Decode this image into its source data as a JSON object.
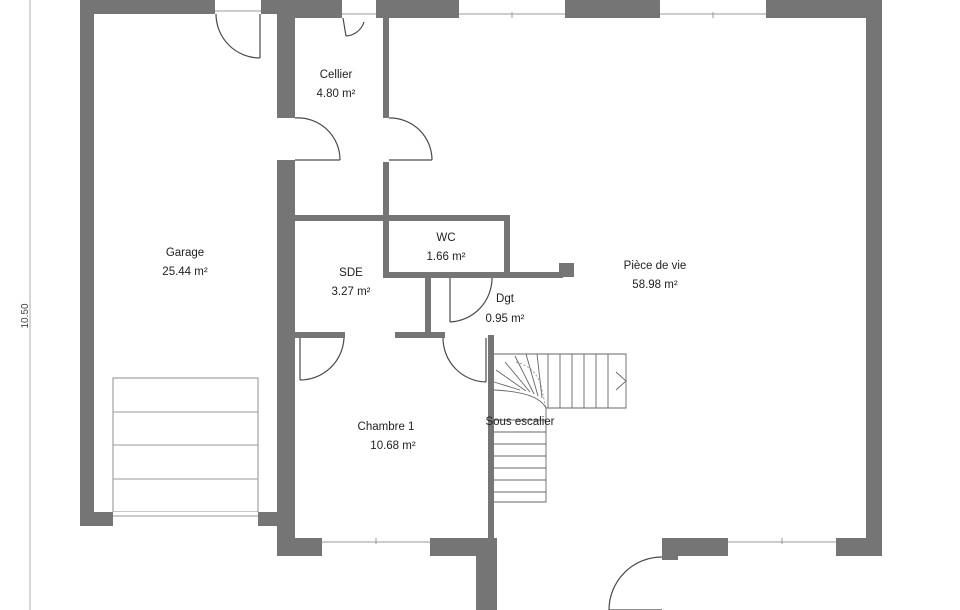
{
  "plan": {
    "dimension_label": "10.50",
    "rooms": [
      {
        "id": "garage",
        "name": "Garage",
        "area": "25.44 m²"
      },
      {
        "id": "cellier",
        "name": "Cellier",
        "area": "4.80 m²"
      },
      {
        "id": "wc",
        "name": "WC",
        "area": "1.66 m²"
      },
      {
        "id": "sde",
        "name": "SDE",
        "area": "3.27 m²"
      },
      {
        "id": "piece-de-vie",
        "name": "Pièce de vie",
        "area": "58.98 m²"
      },
      {
        "id": "dgt",
        "name": "Dgt",
        "area": "0.95 m²"
      },
      {
        "id": "chambre-1",
        "name": "Chambre 1",
        "area": "10.68 m²"
      },
      {
        "id": "sous-escalier",
        "name": "Sous escalier",
        "area": ""
      }
    ]
  }
}
